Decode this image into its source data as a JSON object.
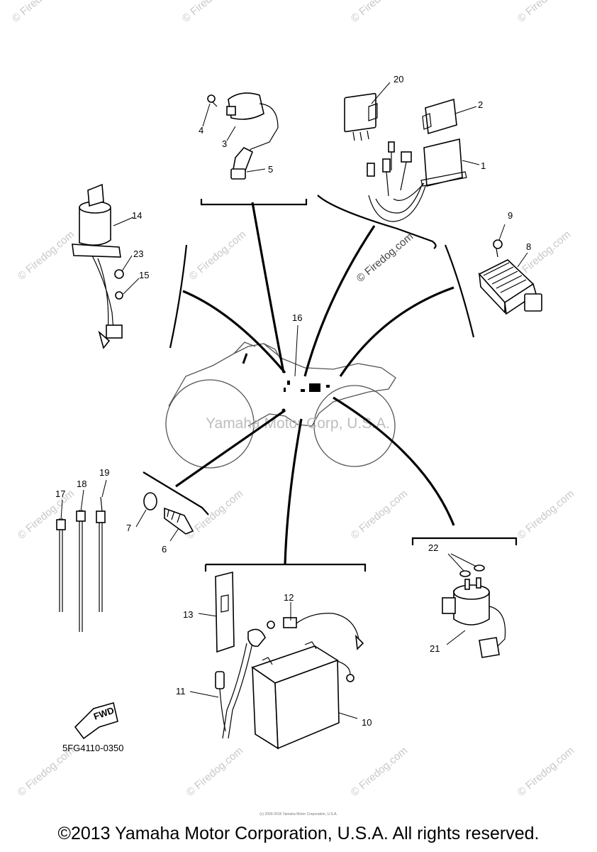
{
  "diagram": {
    "center_watermark": "Yamaha Motor Corp, U.S.A.",
    "tile_watermark": "© Firedog.com",
    "diagram_code": "5FG4110-0350",
    "fwd_label": "FWD",
    "fine_print": "(c) 2000-2016 Yamaha Motor Corporation, U.S.A.",
    "callouts": {
      "c1": "1",
      "c2": "2",
      "c3": "3",
      "c4": "4",
      "c5": "5",
      "c6": "6",
      "c7": "7",
      "c8": "8",
      "c9": "9",
      "c10": "10",
      "c11": "11",
      "c12": "12",
      "c13": "13",
      "c14": "14",
      "c15": "15",
      "c16": "16",
      "c17": "17",
      "c18": "18",
      "c19": "19",
      "c20": "20",
      "c21": "21",
      "c22": "22",
      "c23": "23"
    }
  },
  "footer": {
    "copyright": "©2013 Yamaha Motor Corporation, U.S.A. All rights reserved."
  }
}
